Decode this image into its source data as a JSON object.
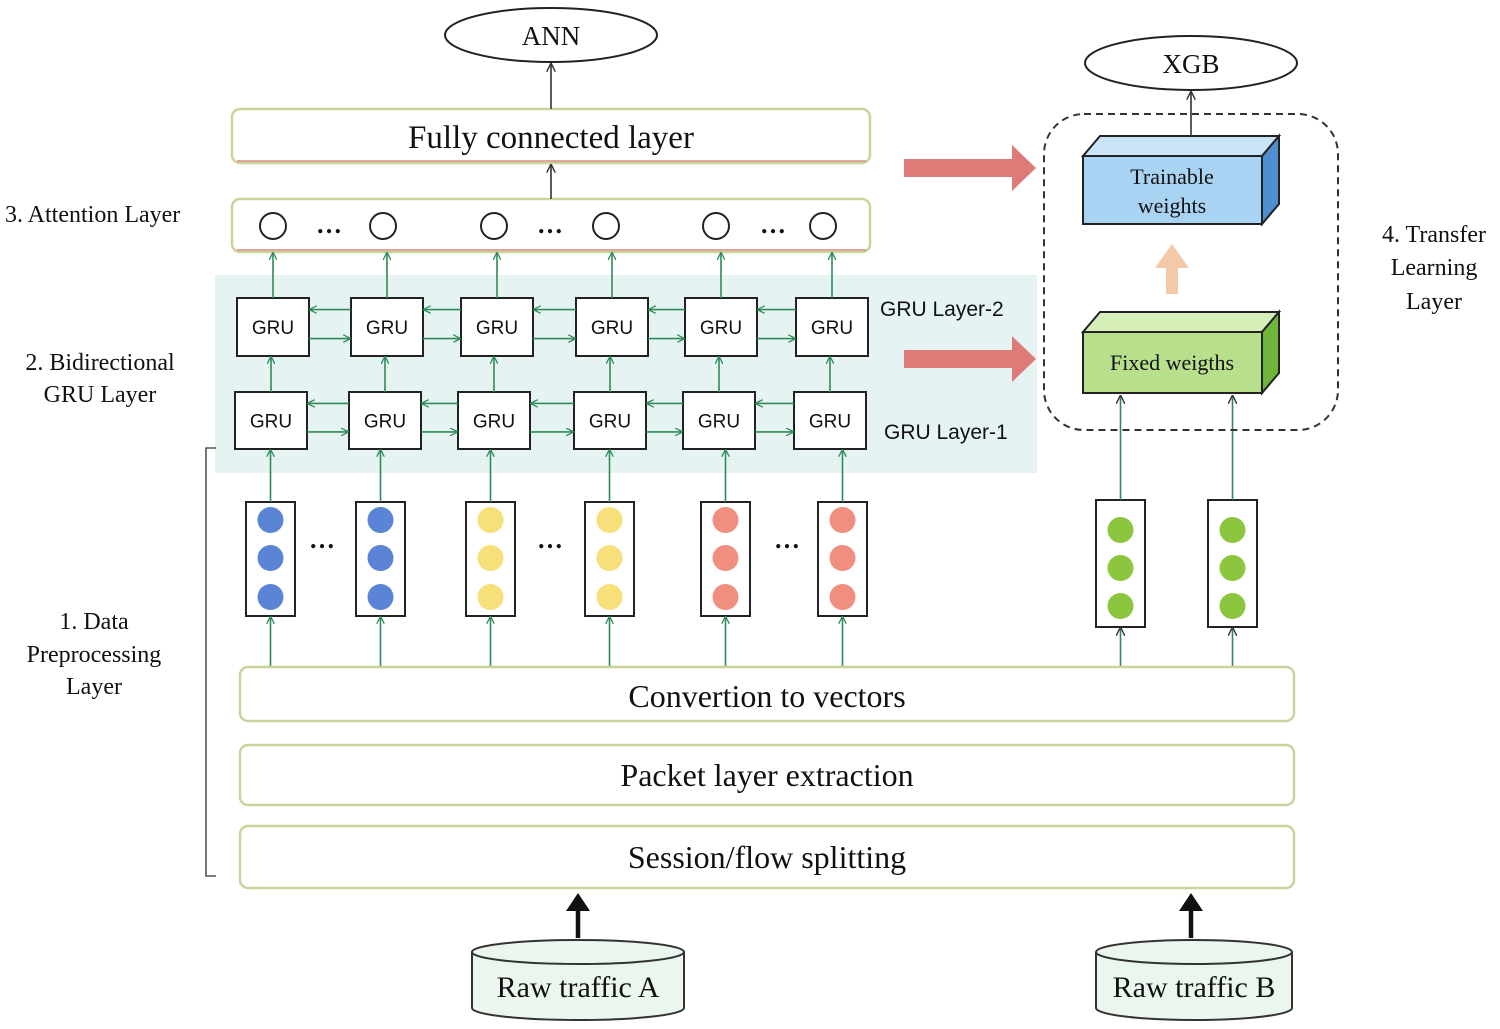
{
  "top_nodes": {
    "ann": "ANN",
    "xgb": "XGB"
  },
  "layers": {
    "fully_connected": "Fully connected layer",
    "conversion": "Convertion to vectors",
    "packet_extraction": "Packet layer extraction",
    "session_splitting": "Session/flow splitting"
  },
  "gru": {
    "cell_label": "GRU",
    "layer2_label": "GRU Layer-2",
    "layer1_label": "GRU Layer-1"
  },
  "attention": {
    "ellipsis": "…"
  },
  "section_labels": {
    "attention": [
      "3. Attention Layer"
    ],
    "bidirectional": [
      "2. Bidirectional",
      "GRU Layer"
    ],
    "preprocessing": [
      "1. Data",
      "Preprocessing",
      "Layer"
    ],
    "transfer": [
      "4. Transfer",
      "Learning",
      "Layer"
    ]
  },
  "transfer_blocks": {
    "trainable": [
      "Trainable",
      "weights"
    ],
    "fixed": "Fixed weigths"
  },
  "sources": {
    "a": "Raw traffic A",
    "b": "Raw traffic B"
  },
  "colors": {
    "green_line": "#2e8b57",
    "blue_dot": "#5b84d6",
    "yellow_dot": "#f7df7a",
    "red_dot": "#f08f80",
    "green_dot": "#8cc63f",
    "gru_band": "#e6f3f3",
    "big_arrow": "#de7b78",
    "up_arrow": "#f4c9a8",
    "trainable_box": "#a9d3f2",
    "fixed_box": "#b8e08c",
    "cylinder_fill": "#eaf6ee"
  }
}
